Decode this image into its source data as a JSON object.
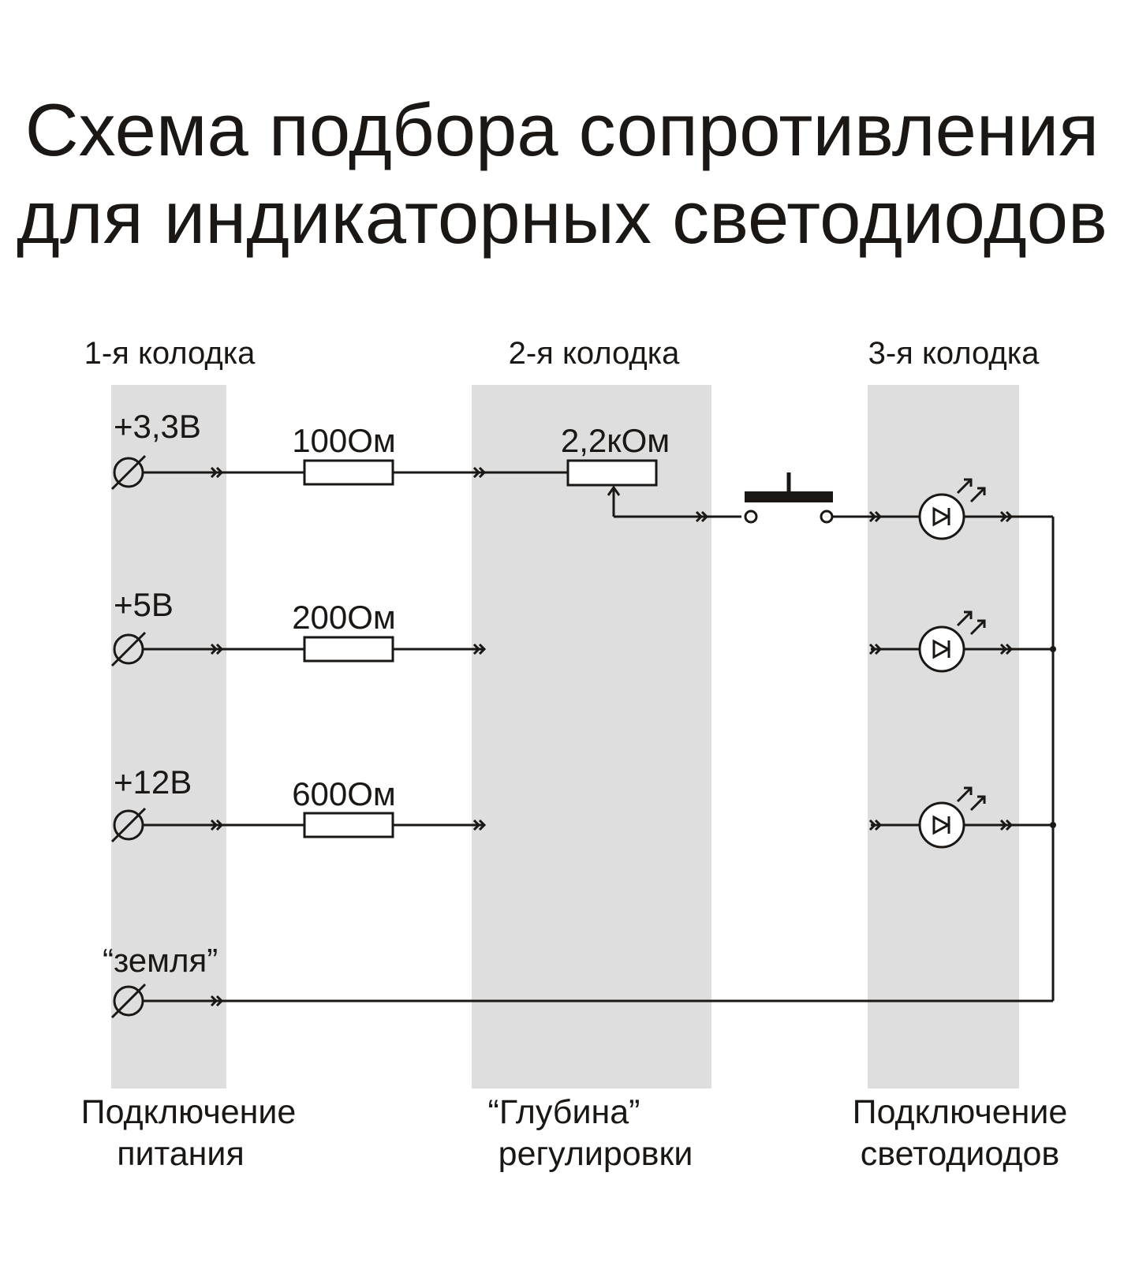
{
  "title": {
    "line1": "Схема подбора сопротивления",
    "line2": "для индикаторных светодиодов"
  },
  "blocks": {
    "block1": {
      "header": "1-я колодка",
      "caption_line1": "Подключение",
      "caption_line2": "питания"
    },
    "block2": {
      "header": "2-я колодка",
      "caption_line1": "“Глубина”",
      "caption_line2": "регулировки"
    },
    "block3": {
      "header": "3-я колодка",
      "caption_line1": "Подключение",
      "caption_line2": "светодиодов"
    }
  },
  "rails": [
    {
      "voltage": "+3,3В",
      "resistor": "100Ом"
    },
    {
      "voltage": "+5В",
      "resistor": "200Ом"
    },
    {
      "voltage": "+12В",
      "resistor": "600Ом"
    },
    {
      "voltage": "“земля”"
    }
  ],
  "potentiometer": {
    "label": "2,2кОм"
  },
  "colors": {
    "ink": "#1a1714",
    "strip": "#dedede",
    "background": "#ffffff"
  }
}
